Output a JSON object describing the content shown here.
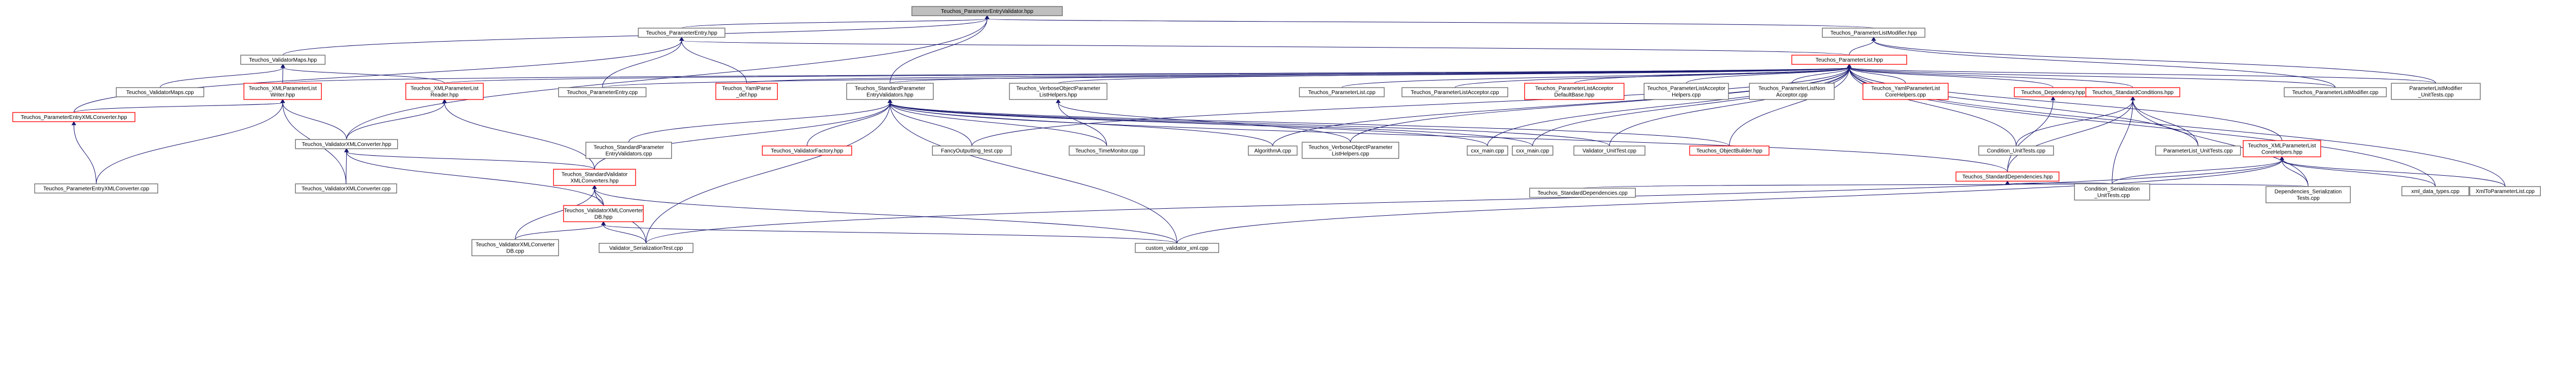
{
  "colors": {
    "edge": "#191970",
    "border_default": "#666666",
    "border_truncated": "#ff0000",
    "root_fill": "#bfbfbf",
    "node_fill": "#ffffff"
  },
  "nodes": [
    {
      "id": "root",
      "lines": [
        "Teuchos_ParameterEntryValidator.hpp"
      ],
      "kind": "root"
    },
    {
      "id": "pe_hpp",
      "lines": [
        "Teuchos_ParameterEntry.hpp"
      ],
      "kind": "normal"
    },
    {
      "id": "plmod_hpp",
      "lines": [
        "Teuchos_ParameterListModifier.hpp"
      ],
      "kind": "normal"
    },
    {
      "id": "valmaps",
      "lines": [
        "Teuchos_ValidatorMaps.hpp"
      ],
      "kind": "normal"
    },
    {
      "id": "pl_hpp",
      "lines": [
        "Teuchos_ParameterList.hpp"
      ],
      "kind": "truncated"
    },
    {
      "id": "valmaps_cpp",
      "lines": [
        "Teuchos_ValidatorMaps.cpp"
      ],
      "kind": "normal"
    },
    {
      "id": "xmlplw",
      "lines": [
        "Teuchos_XMLParameterList",
        "Writer.hpp"
      ],
      "kind": "truncated"
    },
    {
      "id": "xmlplr",
      "lines": [
        "Teuchos_XMLParameterList",
        "Reader.hpp"
      ],
      "kind": "truncated"
    },
    {
      "id": "pe_cpp",
      "lines": [
        "Teuchos_ParameterEntry.cpp"
      ],
      "kind": "normal"
    },
    {
      "id": "yamlparse",
      "lines": [
        "Teuchos_YamlParse",
        "_def.hpp"
      ],
      "kind": "truncated"
    },
    {
      "id": "stdpev",
      "lines": [
        "Teuchos_StandardParameter",
        "EntryValidators.hpp"
      ],
      "kind": "normal"
    },
    {
      "id": "verbose_hpp",
      "lines": [
        "Teuchos_VerboseObjectParameter",
        "ListHelpers.hpp"
      ],
      "kind": "normal"
    },
    {
      "id": "pl_cpp",
      "lines": [
        "Teuchos_ParameterList.cpp"
      ],
      "kind": "normal"
    },
    {
      "id": "placcept_cpp",
      "lines": [
        "Teuchos_ParameterListAcceptor.cpp"
      ],
      "kind": "normal"
    },
    {
      "id": "placcdef",
      "lines": [
        "Teuchos_ParameterListAcceptor",
        "DefaultBase.hpp"
      ],
      "kind": "truncated"
    },
    {
      "id": "placchelp",
      "lines": [
        "Teuchos_ParameterListAcceptor",
        "Helpers.cpp"
      ],
      "kind": "normal"
    },
    {
      "id": "plnonacc",
      "lines": [
        "Teuchos_ParameterListNon",
        "Acceptor.cpp"
      ],
      "kind": "normal"
    },
    {
      "id": "yamlcore",
      "lines": [
        "Teuchos_YamlParameterList",
        "CoreHelpers.cpp"
      ],
      "kind": "truncated"
    },
    {
      "id": "dependency",
      "lines": [
        "Teuchos_Dependency.hpp"
      ],
      "kind": "truncated"
    },
    {
      "id": "stdcond",
      "lines": [
        "Teuchos_StandardConditions.hpp"
      ],
      "kind": "truncated"
    },
    {
      "id": "plmod_cpp",
      "lines": [
        "Teuchos_ParameterListModifier.cpp"
      ],
      "kind": "normal"
    },
    {
      "id": "plmod_ut",
      "lines": [
        "ParameterListModifier",
        "_UnitTests.cpp"
      ],
      "kind": "normal"
    },
    {
      "id": "pexmlconv_hpp",
      "lines": [
        "Teuchos_ParameterEntryXMLConverter.hpp"
      ],
      "kind": "truncated"
    },
    {
      "id": "valxmlconv_hpp",
      "lines": [
        "Teuchos_ValidatorXMLConverter.hpp"
      ],
      "kind": "normal"
    },
    {
      "id": "stdpev_cpp",
      "lines": [
        "Teuchos_StandardParameter",
        "EntryValidators.cpp"
      ],
      "kind": "normal"
    },
    {
      "id": "valfactory",
      "lines": [
        "Teuchos_ValidatorFactory.hpp"
      ],
      "kind": "truncated"
    },
    {
      "id": "fancy",
      "lines": [
        "FancyOutputting_test.cpp"
      ],
      "kind": "normal"
    },
    {
      "id": "timemon",
      "lines": [
        "Teuchos_TimeMonitor.cpp"
      ],
      "kind": "normal"
    },
    {
      "id": "algoA",
      "lines": [
        "AlgorithmA.cpp"
      ],
      "kind": "normal"
    },
    {
      "id": "verbose_cpp",
      "lines": [
        "Teuchos_VerboseObjectParameter",
        "ListHelpers.cpp"
      ],
      "kind": "normal"
    },
    {
      "id": "cxxmain1",
      "lines": [
        "cxx_main.cpp"
      ],
      "kind": "normal"
    },
    {
      "id": "cxxmain2",
      "lines": [
        "cxx_main.cpp"
      ],
      "kind": "normal"
    },
    {
      "id": "val_ut",
      "lines": [
        "Validator_UnitTest.cpp"
      ],
      "kind": "normal"
    },
    {
      "id": "objbuilder",
      "lines": [
        "Teuchos_ObjectBuilder.hpp"
      ],
      "kind": "truncated"
    },
    {
      "id": "cond_ut",
      "lines": [
        "Condition_UnitTests.cpp"
      ],
      "kind": "normal"
    },
    {
      "id": "pl_ut",
      "lines": [
        "ParameterList_UnitTests.cpp"
      ],
      "kind": "normal"
    },
    {
      "id": "xmlplcore",
      "lines": [
        "Teuchos_XMLParameterList",
        "CoreHelpers.hpp"
      ],
      "kind": "truncated"
    },
    {
      "id": "stddep",
      "lines": [
        "Teuchos_StandardDependencies.hpp"
      ],
      "kind": "truncated"
    },
    {
      "id": "pexmlconv_cpp",
      "lines": [
        "Teuchos_ParameterEntryXMLConverter.cpp"
      ],
      "kind": "normal"
    },
    {
      "id": "valxmlconv_cpp",
      "lines": [
        "Teuchos_ValidatorXMLConverter.cpp"
      ],
      "kind": "normal"
    },
    {
      "id": "stdvalxml",
      "lines": [
        "Teuchos_StandardValidator",
        "XMLConverters.hpp"
      ],
      "kind": "truncated"
    },
    {
      "id": "stddep_cpp",
      "lines": [
        "Teuchos_StandardDependencies.cpp"
      ],
      "kind": "normal"
    },
    {
      "id": "condser",
      "lines": [
        "Condition_Serialization",
        "_UnitTests.cpp"
      ],
      "kind": "normal"
    },
    {
      "id": "depser",
      "lines": [
        "Dependencies_Serialization",
        "Tests.cpp"
      ],
      "kind": "normal"
    },
    {
      "id": "xmldata",
      "lines": [
        "xml_data_types.cpp"
      ],
      "kind": "normal"
    },
    {
      "id": "xmltopl",
      "lines": [
        "XmlToParameterList.cpp"
      ],
      "kind": "normal"
    },
    {
      "id": "valxmldb_hpp",
      "lines": [
        "Teuchos_ValidatorXMLConverter",
        "DB.hpp"
      ],
      "kind": "truncated"
    },
    {
      "id": "valxmldb_cpp",
      "lines": [
        "Teuchos_ValidatorXMLConverter",
        "DB.cpp"
      ],
      "kind": "normal"
    },
    {
      "id": "valser",
      "lines": [
        "Validator_SerializationTest.cpp"
      ],
      "kind": "normal"
    },
    {
      "id": "custom",
      "lines": [
        "custom_validator_xml.cpp"
      ],
      "kind": "normal"
    }
  ]
}
